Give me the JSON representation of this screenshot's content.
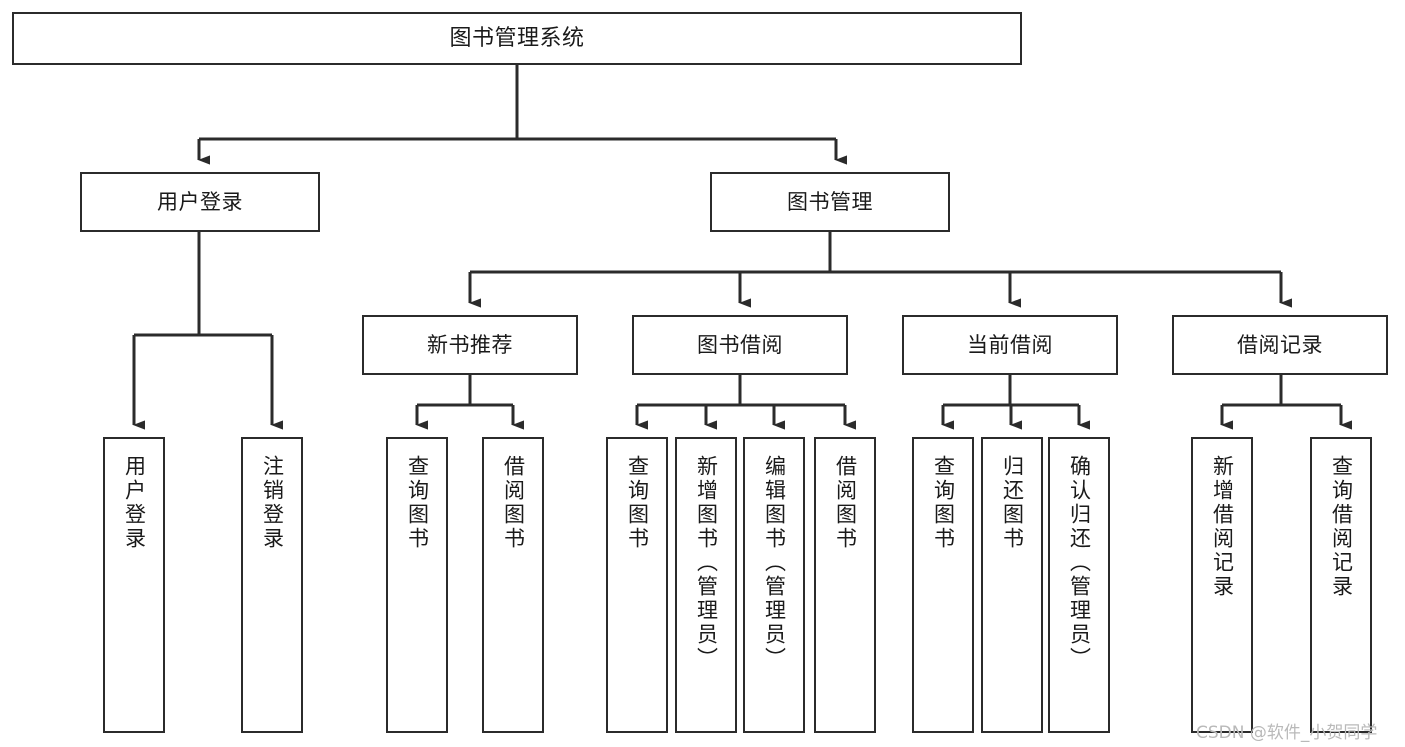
{
  "diagram": {
    "title": "图书管理系统",
    "type": "hierarchy-tree",
    "watermark": "CSDN @软件_小贺同学",
    "colors": {
      "box_border": "#2b2b2b",
      "box_fill": "#ffffff",
      "connector": "#2b2b2b",
      "watermark": "#b9b9b9",
      "background": "#ffffff"
    },
    "nodes": {
      "root": {
        "label": "图书管理系统"
      },
      "level2": [
        {
          "id": "user-login",
          "label": "用户登录"
        },
        {
          "id": "book-manage",
          "label": "图书管理"
        }
      ],
      "level3": [
        {
          "id": "new-book-recommend",
          "label": "新书推荐"
        },
        {
          "id": "book-borrow",
          "label": "图书借阅"
        },
        {
          "id": "current-borrow",
          "label": "当前借阅"
        },
        {
          "id": "borrow-record",
          "label": "借阅记录"
        }
      ],
      "leaves": {
        "user-login": [
          {
            "id": "leaf-user-login",
            "label": "用户登录"
          },
          {
            "id": "leaf-user-logout",
            "label": "注销登录"
          }
        ],
        "new-book-recommend": [
          {
            "id": "leaf-query-book-1",
            "label": "查询图书"
          },
          {
            "id": "leaf-borrow-book-1",
            "label": "借阅图书"
          }
        ],
        "book-borrow": [
          {
            "id": "leaf-query-book-2",
            "label": "查询图书"
          },
          {
            "id": "leaf-add-book",
            "label": "新增图书（管理员）"
          },
          {
            "id": "leaf-edit-book",
            "label": "编辑图书（管理员）"
          },
          {
            "id": "leaf-borrow-book-2",
            "label": "借阅图书"
          }
        ],
        "current-borrow": [
          {
            "id": "leaf-query-book-3",
            "label": "查询图书"
          },
          {
            "id": "leaf-return-book",
            "label": "归还图书"
          },
          {
            "id": "leaf-confirm-return",
            "label": "确认归还（管理员）"
          }
        ],
        "borrow-record": [
          {
            "id": "leaf-add-record",
            "label": "新增借阅记录"
          },
          {
            "id": "leaf-query-record",
            "label": "查询借阅记录"
          }
        ]
      }
    }
  }
}
